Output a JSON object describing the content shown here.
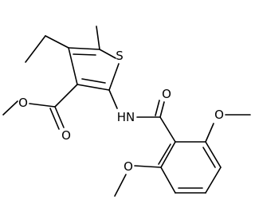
{
  "molecule": {
    "atom_labels": {
      "sulfur": "S",
      "amide_nitrogen": "HN",
      "amide_oxygen": "O",
      "ester_carbonyl_oxygen": "O",
      "ester_alkoxy_oxygen": "O",
      "methoxy_oxygen_top": "O",
      "methoxy_oxygen_bottom": "O"
    }
  }
}
